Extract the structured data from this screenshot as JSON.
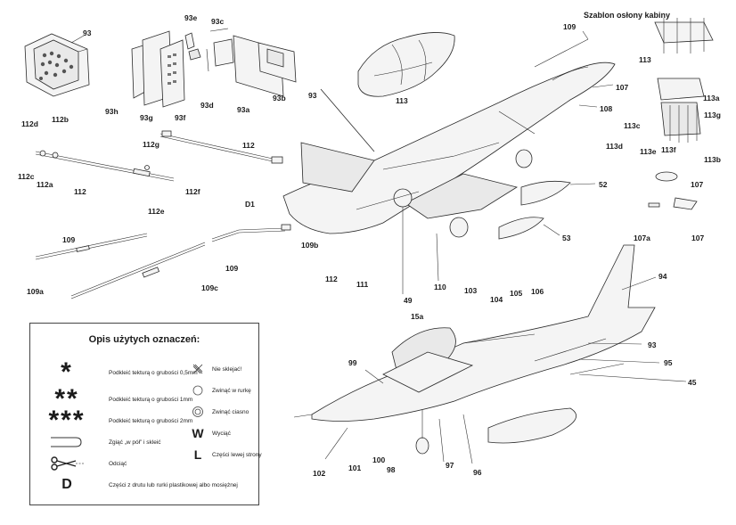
{
  "header": {
    "canopy_template_title": "Szablon osłony kabiny"
  },
  "legend": {
    "title": "Opis użytych oznaczeń:",
    "items": [
      {
        "symbol": "*",
        "text": "Podkleić tekturą o grubości 0,5mm"
      },
      {
        "symbol": "**",
        "text": "Podkleić tekturą o grubości 1mm"
      },
      {
        "symbol": "***",
        "text": "Podkleić tekturą o grubości 2mm"
      },
      {
        "symbol": "fold",
        "text": "Zgiąć „w pół” i skleić"
      },
      {
        "symbol": "scissors",
        "text": "Odciąć"
      },
      {
        "symbol": "D",
        "text": "Części z drutu lub rurki plastikowej albo mosiężnej"
      }
    ],
    "items_right": [
      {
        "symbol": "X",
        "text": "Nie sklejać!"
      },
      {
        "symbol": "circle",
        "text": "Zwinąć w rurkę"
      },
      {
        "symbol": "double-circle",
        "text": "Zwinąć ciasno"
      },
      {
        "symbol": "W",
        "text": "Wyciąć"
      },
      {
        "symbol": "L",
        "text": "Części lewej strony"
      }
    ]
  },
  "part_labels": {
    "p93_top": "93",
    "p93e": "93e",
    "p93c": "93c",
    "p93h": "93h",
    "p93g": "93g",
    "p93f": "93f",
    "p93d": "93d",
    "p93a": "93a",
    "p93b": "93b",
    "p93_right": "93",
    "p113_canopy": "113",
    "p109_top": "109",
    "p107_nose": "107",
    "p108": "108",
    "p112d": "112d",
    "p112b": "112b",
    "p112c": "112c",
    "p112a": "112a",
    "p112_left": "112",
    "p112g": "112g",
    "p112f": "112f",
    "p112e": "112e",
    "p112_mid": "112",
    "pD1": "D1",
    "p109_left": "109",
    "p109b": "109b",
    "p109_bottom": "109",
    "p109a": "109a",
    "p109c": "109c",
    "p52": "52",
    "p53": "53",
    "p112_low": "112",
    "p111": "111",
    "p49": "49",
    "p110": "110",
    "p113_tpl": "113",
    "p113a": "113a",
    "p113g": "113g",
    "p113c": "113c",
    "p113d": "113d",
    "p113e": "113e",
    "p113f": "113f",
    "p113b": "113b",
    "p107_a": "107",
    "p107a": "107a",
    "p107_b": "107",
    "p94": "94",
    "p103": "103",
    "p104": "104",
    "p105": "105",
    "p106": "106",
    "p15a": "15a",
    "p93_low": "93",
    "p95": "95",
    "p45": "45",
    "p99": "99",
    "p102": "102",
    "p101": "101",
    "p100": "100",
    "p98": "98",
    "p97": "97",
    "p96": "96"
  }
}
